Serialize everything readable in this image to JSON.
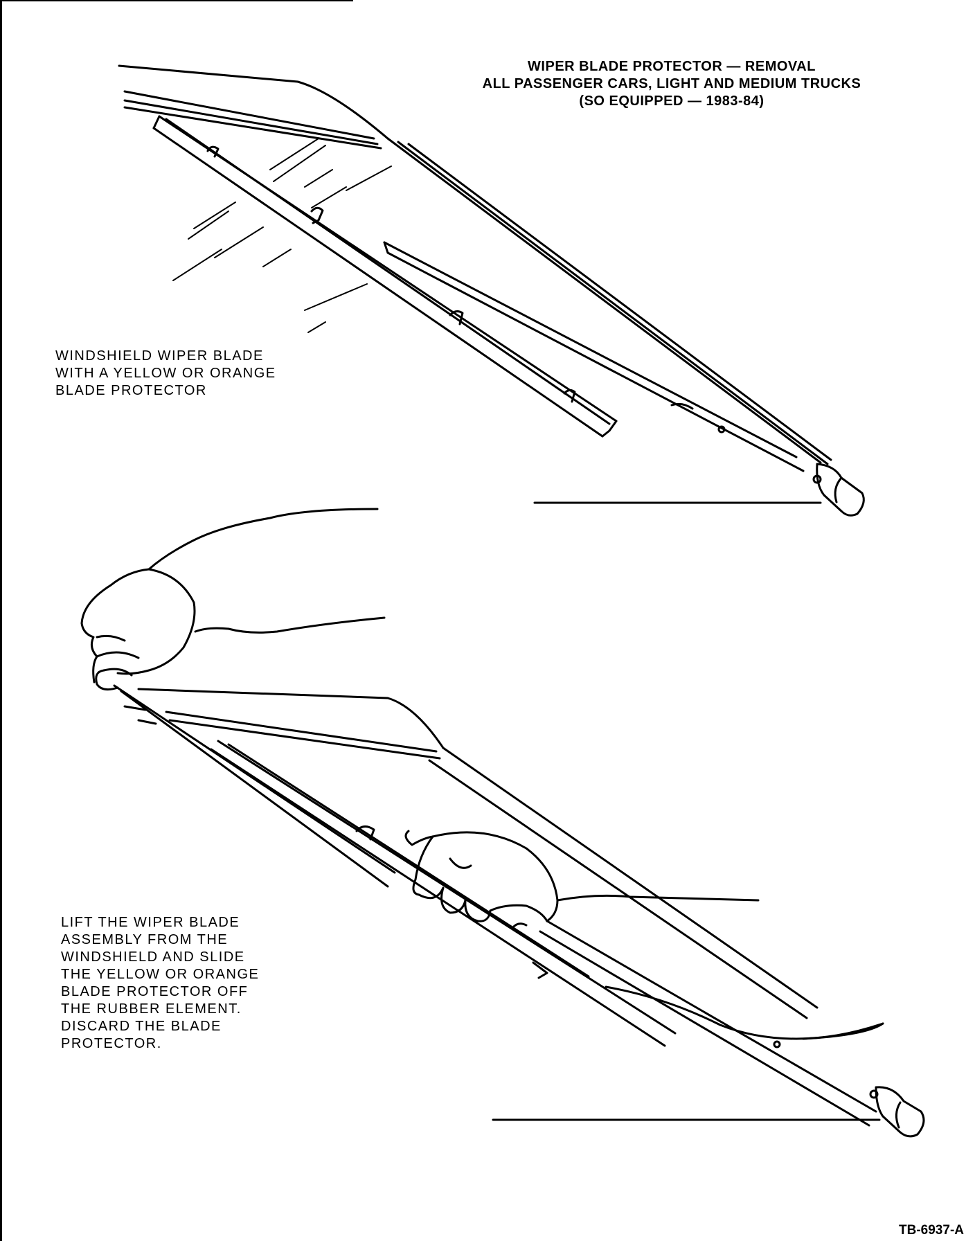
{
  "title": {
    "line1": "WIPER BLADE PROTECTOR — REMOVAL",
    "line2": "ALL PASSENGER CARS, LIGHT AND MEDIUM TRUCKS",
    "line3": "(SO EQUIPPED — 1983-84)"
  },
  "callout_top": {
    "lines": [
      "WINDSHIELD WIPER BLADE",
      "WITH A YELLOW OR ORANGE",
      "BLADE PROTECTOR"
    ]
  },
  "callout_bottom": {
    "lines": [
      "LIFT THE WIPER BLADE",
      "ASSEMBLY FROM THE",
      "WINDSHIELD AND SLIDE",
      "THE YELLOW OR ORANGE",
      "BLADE PROTECTOR OFF",
      "THE RUBBER ELEMENT.",
      "DISCARD THE BLADE",
      "PROTECTOR."
    ]
  },
  "figure_id": "TB-6937-A"
}
